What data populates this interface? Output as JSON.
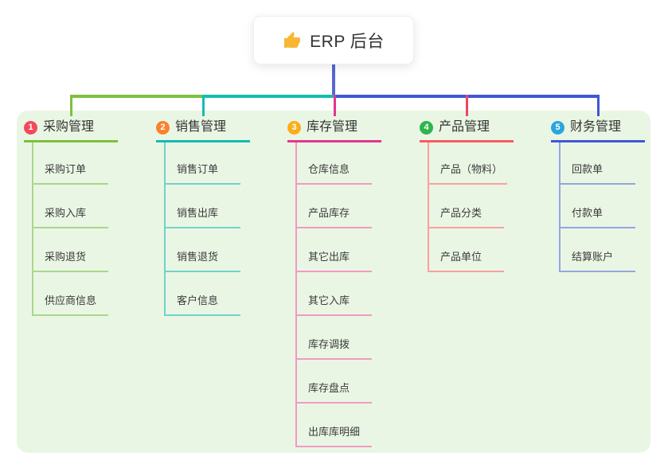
{
  "root": {
    "label": "ERP 后台",
    "icon": "thumbs-up-icon"
  },
  "branches": [
    {
      "index": "1",
      "label": "采购管理",
      "badge_color": "#f4495c",
      "line_color": "#7cc13e",
      "drop_color": "#7cc13e",
      "child_line_color": "#a9d78c",
      "children": [
        "采购订单",
        "采购入库",
        "采购退货",
        "供应商信息"
      ]
    },
    {
      "index": "2",
      "label": "销售管理",
      "badge_color": "#f9822f",
      "line_color": "#12bdb2",
      "drop_color": "#12bdb2",
      "child_line_color": "#6fd3c8",
      "children": [
        "销售订单",
        "销售出库",
        "销售退货",
        "客户信息"
      ]
    },
    {
      "index": "3",
      "label": "库存管理",
      "badge_color": "#fbae17",
      "line_color": "#e2368f",
      "drop_color": "#e2368f",
      "child_line_color": "#f29ac2",
      "children": [
        "仓库信息",
        "产品库存",
        "其它出库",
        "其它入库",
        "库存调拨",
        "库存盘点",
        "出库库明细"
      ]
    },
    {
      "index": "4",
      "label": "产品管理",
      "badge_color": "#2fb44c",
      "line_color": "#fa5a5f",
      "drop_color": "#ea4863",
      "child_line_color": "#faa0a0",
      "children": [
        "产品（物料）",
        "产品分类",
        "产品单位"
      ]
    },
    {
      "index": "5",
      "label": "财务管理",
      "badge_color": "#29a6dd",
      "line_color": "#3f57d6",
      "drop_color": "#3f57d6",
      "child_line_color": "#94a5e0",
      "children": [
        "回款单",
        "付款单",
        "结算账户"
      ]
    }
  ],
  "colors": {
    "panel_bg": "#eaf6e4",
    "stem": "#5567d1",
    "bus_left": "#7cc13e",
    "bus_mid": "#12bdb2",
    "bus_right": "#3f57d6",
    "text": "#333333",
    "thumb": "#f7b733"
  }
}
